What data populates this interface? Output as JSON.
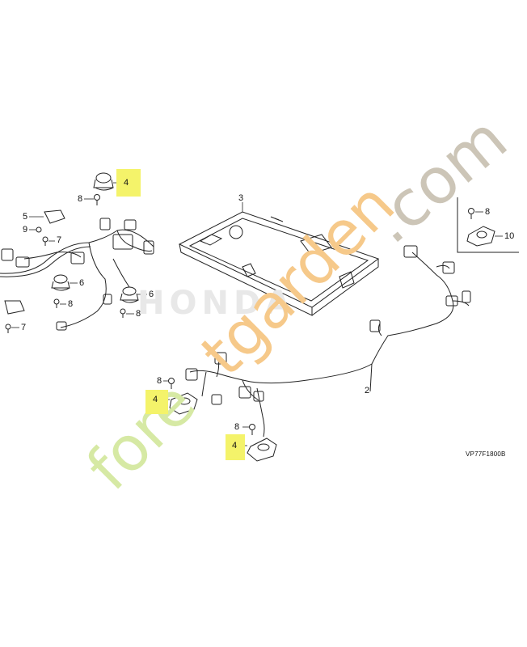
{
  "callouts": {
    "c1": "4",
    "c2": "8",
    "c3": "5",
    "c4": "9",
    "c5": "7",
    "c6": "6",
    "c7": "8",
    "c8": "7",
    "c9": "6",
    "c10": "8",
    "c11": "3",
    "c12": "8",
    "c13": "10",
    "c14": "8",
    "c15": "4",
    "c16": "2",
    "c17": "8",
    "c18": "4"
  },
  "diagram_code": "VP77F1800B",
  "brand_watermark": "HONDA",
  "site_watermark": {
    "part1": "fore",
    "part2": "tgarden",
    "part3": ".com"
  },
  "colors": {
    "highlight": "#f4f36a",
    "line": "#222222",
    "watermark_green": "#d6e9a4",
    "watermark_orange": "#f6c98a",
    "watermark_gray": "#ccc5b7"
  }
}
